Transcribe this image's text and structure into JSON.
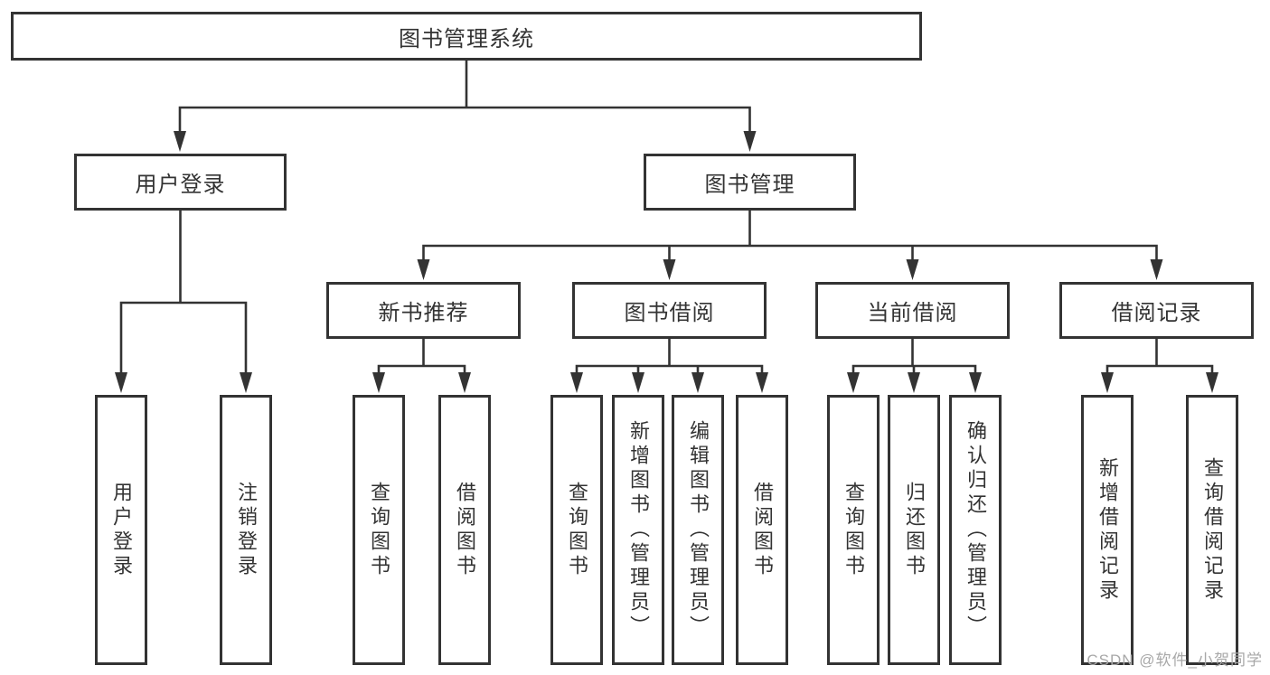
{
  "colors": {
    "line": "#333333",
    "text": "#333333",
    "background": "#ffffff",
    "watermark": "#a8a8a8"
  },
  "nodes": {
    "root": "图书管理系统",
    "user_login": "用户登录",
    "book_mgmt": "图书管理",
    "new_book_rec": "新书推荐",
    "book_borrow": "图书借阅",
    "current_borrow": "当前借阅",
    "borrow_record": "借阅记录",
    "leaf_user_login": "用户登录",
    "leaf_logout": "注销登录",
    "leaf_query_book_1": "查询图书",
    "leaf_borrow_book_1": "借阅图书",
    "leaf_query_book_2": "查询图书",
    "leaf_add_book": "新增图书（管理员）",
    "leaf_edit_book": "编辑图书（管理员）",
    "leaf_borrow_book_2": "借阅图书",
    "leaf_query_book_3": "查询图书",
    "leaf_return_book": "归还图书",
    "leaf_confirm_return": "确认归还（管理员）",
    "leaf_add_record": "新增借阅记录",
    "leaf_query_record": "查询借阅记录"
  },
  "watermark": "CSDN @软件_小贺同学"
}
